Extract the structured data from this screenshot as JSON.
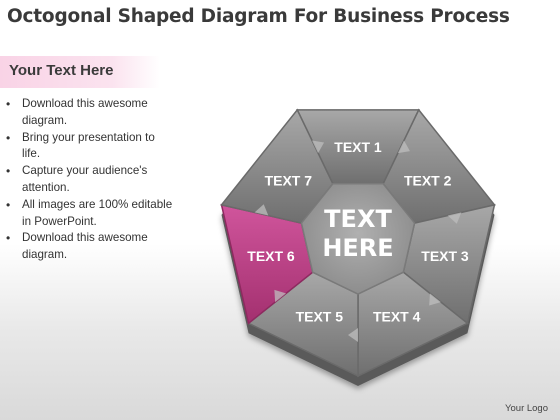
{
  "title": "Octogonal Shaped Diagram For Business Process",
  "subtitle": "Your Text Here",
  "bullets": [
    "Download this awesome diagram.",
    "Bring your presentation to life.",
    "Capture your audience's attention.",
    "All images are 100% editable in PowerPoint.",
    "Download this awesome diagram."
  ],
  "diagram": {
    "center_line1": "TEXT",
    "center_line2": "HERE",
    "segments": [
      {
        "label": "TEXT 1",
        "highlighted": false
      },
      {
        "label": "TEXT 2",
        "highlighted": false
      },
      {
        "label": "TEXT 3",
        "highlighted": false
      },
      {
        "label": "TEXT 4",
        "highlighted": false
      },
      {
        "label": "TEXT 5",
        "highlighted": false
      },
      {
        "label": "TEXT 6",
        "highlighted": true
      },
      {
        "label": "TEXT 7",
        "highlighted": false
      }
    ]
  },
  "colors": {
    "segment": "#8a8a8a",
    "highlight": "#c0408a",
    "center": "#9c9c9c"
  },
  "logo_text": "Your Logo"
}
